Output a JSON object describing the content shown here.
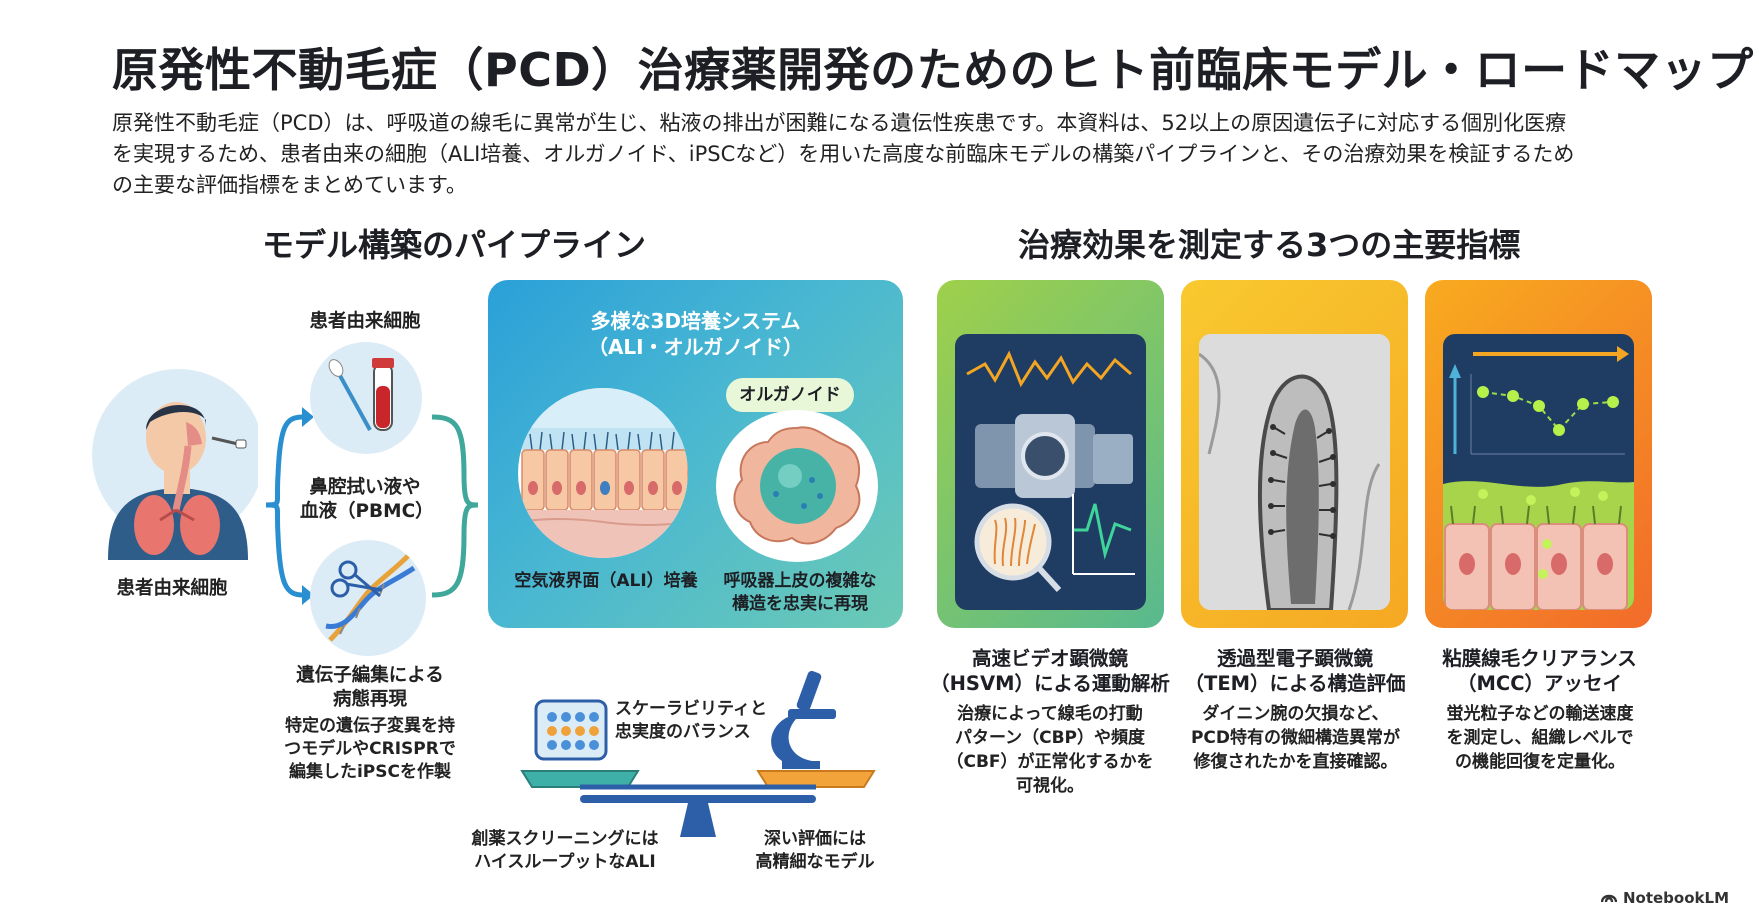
{
  "title": "原発性不動毛症（PCD）治療薬開発のためのヒト前臨床モデル・ロードマップ",
  "intro": [
    "原発性不動毛症（PCD）は、呼吸道の線毛に異常が生じ、粘液の排出が困難になる遺伝性疾患です。本資料は、52以上の原因遺伝子に対応する個別化医療",
    "を実現するため、患者由来の細胞（ALI培養、オルガノイド、iPSCなど）を用いた高度な前臨床モデルの構築パイプラインと、その治療効果を検証するため",
    "の主要な評価指標をまとめています。"
  ],
  "pipeline": {
    "heading": "モデル構築のパイプライン",
    "patient_label": "患者由来細胞",
    "sample_top_label": "患者由来細胞",
    "sample_caption": [
      "鼻腔拭い液や",
      "血液（PBMC）"
    ],
    "gene_heading": [
      "遺伝子編集による",
      "病態再現"
    ],
    "gene_body": [
      "特定の遺伝子変異を持",
      "つモデルやCRISPRで",
      "編集したiPSCを作製"
    ],
    "culture_title": [
      "多様な3D培養システム",
      "（ALI・オルガノイド）"
    ],
    "organoid_tag": "オルガノイド",
    "ali_label": "空気液界面（ALI）培養",
    "organoid_caption": [
      "呼吸器上皮の複雑な",
      "構造を忠実に再現"
    ],
    "balance_caption": [
      "スケーラビリティと",
      "忠実度のバランス"
    ],
    "balance_left": [
      "創薬スクリーニングには",
      "ハイスループットなALI"
    ],
    "balance_right": [
      "深い評価には",
      "高精細なモデル"
    ]
  },
  "metrics": {
    "heading": "治療効果を測定する3つの主要指標",
    "cards": [
      {
        "title": [
          "高速ビデオ顕微鏡",
          "（HSVM）による運動解析"
        ],
        "body": [
          "治療によって線毛の打動",
          "パターン（CBP）や頻度",
          "（CBF）が正常化するかを",
          "可視化。"
        ],
        "color_from": "#8dc63f",
        "color_to": "#4fb3a6"
      },
      {
        "title": [
          "透過型電子顕微鏡",
          "（TEM）による構造評価"
        ],
        "body": [
          "ダイニン腕の欠損など、",
          "PCD特有の微細構造異常が",
          "修復されたかを直接確認。"
        ],
        "color_from": "#f7c22e",
        "color_to": "#f5a623"
      },
      {
        "title": [
          "粘膜線毛クリアランス",
          "（MCC）アッセイ"
        ],
        "body": [
          "蛍光粒子などの輸送速度",
          "を測定し、組織レベルで",
          "の機能回復を定量化。"
        ],
        "color_from": "#f7a41d",
        "color_to": "#f26b2a"
      }
    ]
  },
  "watermark": "NotebookLM"
}
